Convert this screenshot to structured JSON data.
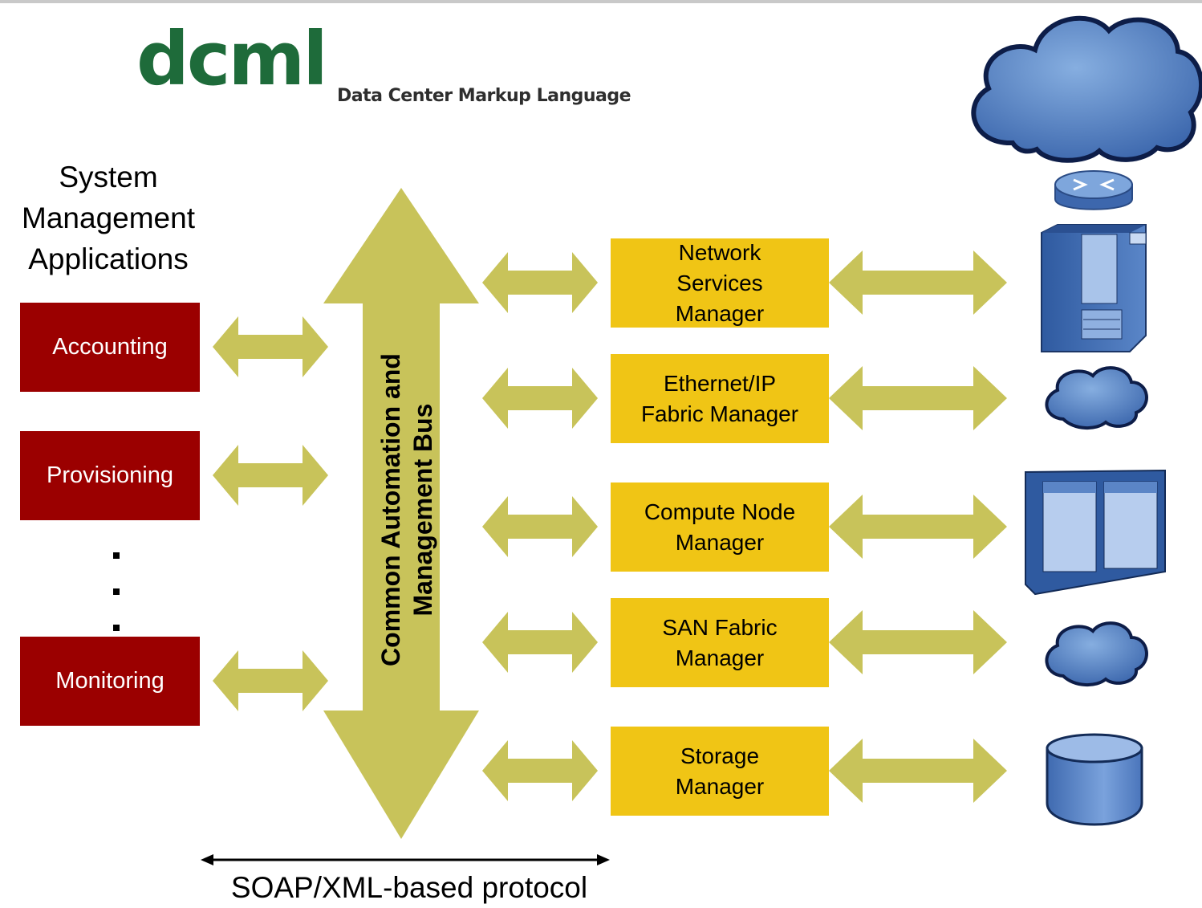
{
  "logo": {
    "wordmark": "dcml",
    "tagline": "Data Center Markup Language"
  },
  "apps": {
    "heading": [
      "System",
      "Management",
      "Applications"
    ],
    "items": [
      "Accounting",
      "Provisioning",
      "Monitoring"
    ]
  },
  "bus": {
    "label_line1": "Common Automation and",
    "label_line2": "Management Bus"
  },
  "managers": [
    {
      "lines": [
        "Network",
        "Services",
        "Manager"
      ]
    },
    {
      "lines": [
        "Ethernet/IP",
        "Fabric Manager"
      ]
    },
    {
      "lines": [
        "Compute Node",
        "Manager"
      ]
    },
    {
      "lines": [
        "SAN Fabric",
        "Manager"
      ]
    },
    {
      "lines": [
        "Storage",
        "Manager"
      ]
    }
  ],
  "protocol": {
    "label": "SOAP/XML-based protocol"
  },
  "resources": [
    "cloud-icon",
    "router-icon",
    "server-icon",
    "cloud-icon",
    "rack-icon",
    "cloud-icon",
    "storage-icon"
  ],
  "colors": {
    "logo_green": "#1e6b3a",
    "app_box_red": "#9b0000",
    "manager_yellow": "#f0c515",
    "arrow_olive": "#c8c35a",
    "device_blue": "#4e7bc0"
  }
}
